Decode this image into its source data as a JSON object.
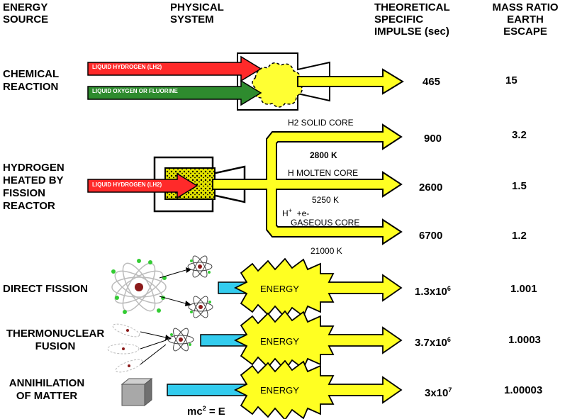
{
  "headers": {
    "source_l1": "ENERGY",
    "source_l2": "SOURCE",
    "system_l1": "PHYSICAL",
    "system_l2": "SYSTEM",
    "isp_l1": "THEORETICAL",
    "isp_l2": "SPECIFIC",
    "isp_l3": "IMPULSE (sec)",
    "mass_l1": "MASS RATIO",
    "mass_l2": "EARTH",
    "mass_l3": "ESCAPE"
  },
  "rows": {
    "chemical": {
      "name_l1": "CHEMICAL",
      "name_l2": "REACTION",
      "isp": "465",
      "mass": "15",
      "input1": "LIQUID HYDROGEN (LH2)",
      "input2": "LIQUID OXYGEN OR FLUORINE"
    },
    "fission": {
      "name_l1": "HYDROGEN",
      "name_l2": "HEATED BY",
      "name_l3": "FISSION",
      "name_l4": "REACTOR",
      "input": "LIQUID HYDROGEN (LH2)",
      "solid_label": "H2 SOLID CORE",
      "solid_temp": "2800 K",
      "solid_isp": "900",
      "solid_mass": "3.2",
      "molten_label": "H MOLTEN CORE",
      "molten_temp": "5250 K",
      "molten_isp": "2600",
      "molten_mass": "1.5",
      "gas_ion1": "H",
      "gas_ion1_sup": "+",
      "gas_ion2": "+e-",
      "gas_label": "GASEOUS CORE",
      "gas_temp": "21000 K",
      "gas_isp": "6700",
      "gas_mass": "1.2"
    },
    "direct": {
      "name": "DIRECT FISSION",
      "isp_base": "1.3x10",
      "isp_exp": "6",
      "mass": "1.001",
      "energy": "ENERGY"
    },
    "fusion": {
      "name_l1": "THERMONUCLEAR",
      "name_l2": "FUSION",
      "isp_base": "3.7x10",
      "isp_exp": "6",
      "mass": "1.0003",
      "energy": "ENERGY"
    },
    "annihilation": {
      "name_l1": "ANNIHILATION",
      "name_l2": "OF MATTER",
      "isp_base": "3x10",
      "isp_exp": "7",
      "mass": "1.00003",
      "energy": "ENERGY",
      "formula_pre": "mc",
      "formula_sup": "2",
      "formula_post": " = E"
    }
  },
  "colors": {
    "hydrogen": "#ff2a2a",
    "oxygen": "#2e8b2e",
    "exhaust": "#ffff22",
    "beam": "#33ccee",
    "fuel": "#d8d800"
  }
}
